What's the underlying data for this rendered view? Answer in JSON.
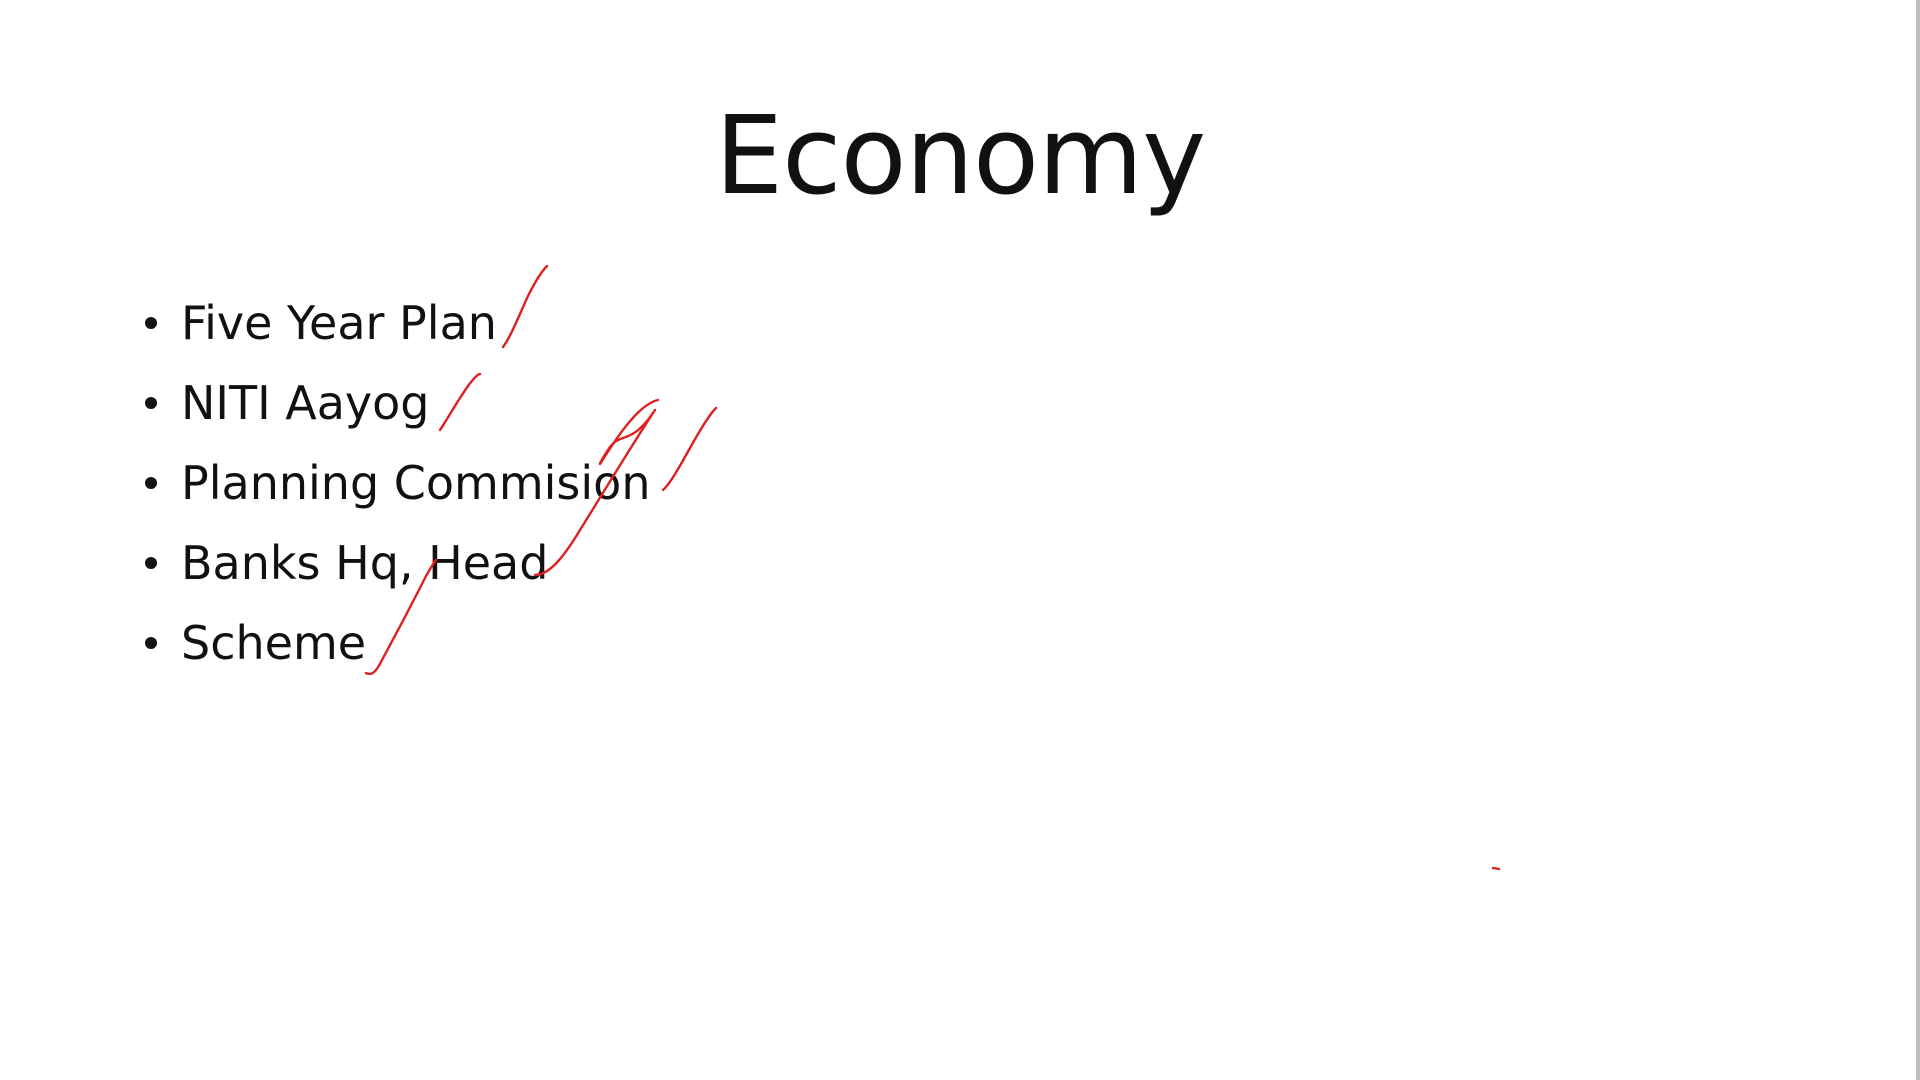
{
  "slide": {
    "title": "Economy",
    "bullets": [
      {
        "label": "Five Year Plan"
      },
      {
        "label": "NITI Aayog"
      },
      {
        "label": "Planning Commision"
      },
      {
        "label": "Banks Hq, Head"
      },
      {
        "label": "Scheme"
      }
    ]
  },
  "annotations": {
    "ink_color": "#e02020",
    "marks": [
      "tick-mark",
      "tick-mark",
      "tick-mark",
      "strike-line",
      "tick-mark"
    ]
  }
}
